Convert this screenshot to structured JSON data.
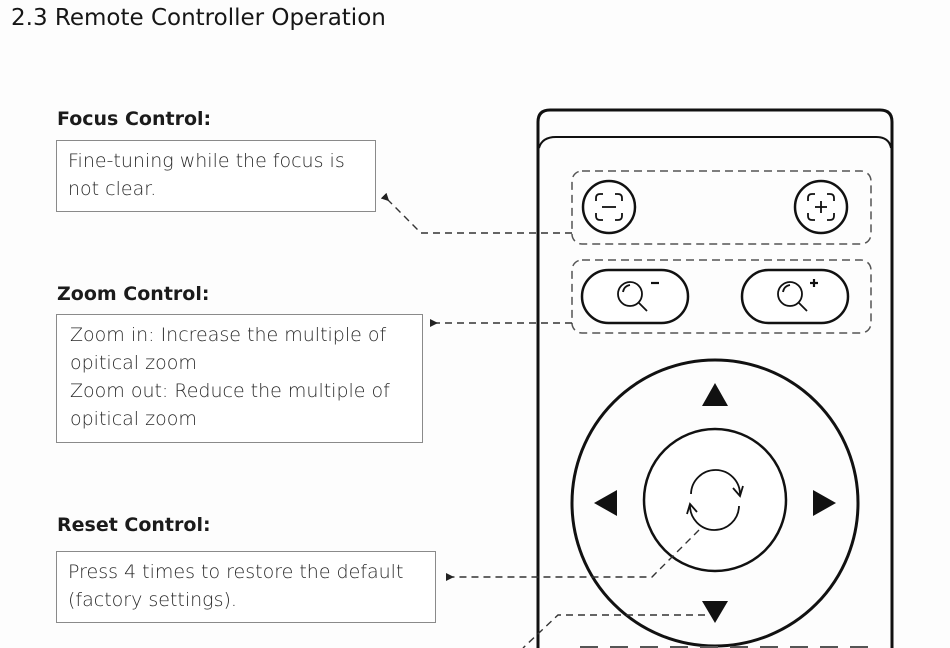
{
  "section": {
    "number": "2.3",
    "title": "2.3  Remote Controller Operation"
  },
  "controls": {
    "focus": {
      "label": "Focus Control:",
      "description_lines": [
        "Fine-tuning while the focus is",
        "not clear."
      ]
    },
    "zoom": {
      "label": "Zoom Control:",
      "description_lines": [
        "Zoom in: Increase the multiple of",
        "opitical zoom",
        "Zoom out: Reduce the multiple of",
        "opitical zoom"
      ]
    },
    "reset": {
      "label": "Reset Control:",
      "description_lines": [
        "Press 4 times to restore the default",
        "(factory settings)."
      ]
    }
  },
  "remote": {
    "buttons": [
      {
        "id": "focus-minus",
        "icon": "focus-minus-icon"
      },
      {
        "id": "focus-plus",
        "icon": "focus-plus-icon"
      },
      {
        "id": "zoom-out",
        "icon": "zoom-out-icon"
      },
      {
        "id": "zoom-in",
        "icon": "zoom-in-icon"
      },
      {
        "id": "up",
        "icon": "arrow-up-icon"
      },
      {
        "id": "left",
        "icon": "arrow-left-icon"
      },
      {
        "id": "right",
        "icon": "arrow-right-icon"
      },
      {
        "id": "down",
        "icon": "arrow-down-icon"
      },
      {
        "id": "reset",
        "icon": "reset-refresh-icon"
      }
    ]
  },
  "colors": {
    "line": "#111111",
    "dash": "#444444",
    "box_border": "#8a8a8a"
  }
}
